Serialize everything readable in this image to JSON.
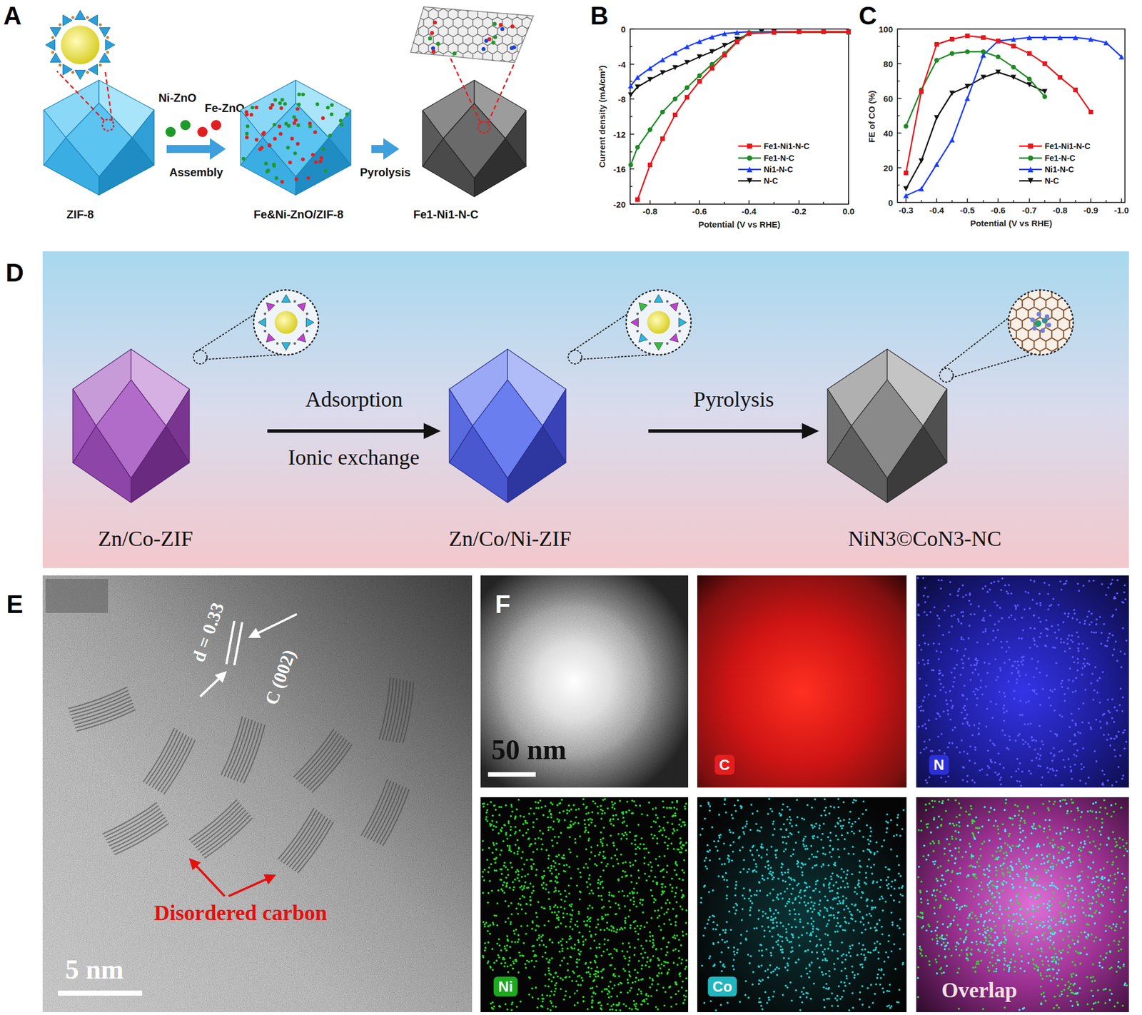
{
  "diagram": {
    "nodes": [
      {
        "text": [
          "ZIF-8"
        ]
      },
      {
        "text": [
          "Fe&Ni-ZnO/ZIF-8"
        ]
      },
      {
        "text": [
          "Fe1-Ni1-N-C"
        ]
      },
      {
        "text": [
          "Zn/Co-ZIF"
        ]
      },
      {
        "text": [
          "Zn/Co/Ni-ZIF"
        ]
      },
      {
        "text": [
          "NiN3©CoN3-NC"
        ]
      }
    ],
    "edges": [
      {
        "from": 0,
        "to": 1,
        "arrow": "to",
        "label": "Assembly"
      },
      {
        "from": 1,
        "to": 2,
        "arrow": "to",
        "label": "Pyrolysis"
      },
      {
        "from": 3,
        "to": 4,
        "arrow": "to",
        "label": "Adsorption"
      },
      {
        "from": 4,
        "to": 5,
        "arrow": "to",
        "label": "Pyrolysis"
      }
    ],
    "labels": [
      "A",
      "B",
      "C",
      "D",
      "E",
      "F",
      "Ni-ZnO",
      "Fe-ZnO",
      "0",
      "-4",
      "-8",
      "-12",
      "-16",
      "-20",
      "-0.8",
      "-0.6",
      "-0.4",
      "-0.2",
      "0.0",
      "Current density (mA/cm²)",
      "Potential (V vs RHE)",
      "0",
      "20",
      "40",
      "60",
      "80",
      "100",
      "-0.3",
      "-0.4",
      "-0.5",
      "-0.6",
      "-0.7",
      "-0.8",
      "-0.9",
      "-1.0",
      "FE of CO (%)",
      "Potential (V vs RHE)",
      "Ionic exchange",
      "d = 0.33",
      "C (002)",
      "Disordered carbon",
      "5 nm",
      "50 nm",
      "C",
      "N",
      "Ni",
      "Co",
      "Overlap"
    ],
    "legend": [
      {
        "text": "Fe1-Ni1-N-C"
      },
      {
        "text": "Fe1-N-C"
      },
      {
        "text": "Ni1-N-C"
      },
      {
        "text": "N-C"
      },
      {
        "text": "Fe1-Ni1-N-C"
      },
      {
        "text": "Fe1-N-C"
      },
      {
        "text": "Ni1-N-C"
      },
      {
        "text": "N-C"
      }
    ]
  }
}
